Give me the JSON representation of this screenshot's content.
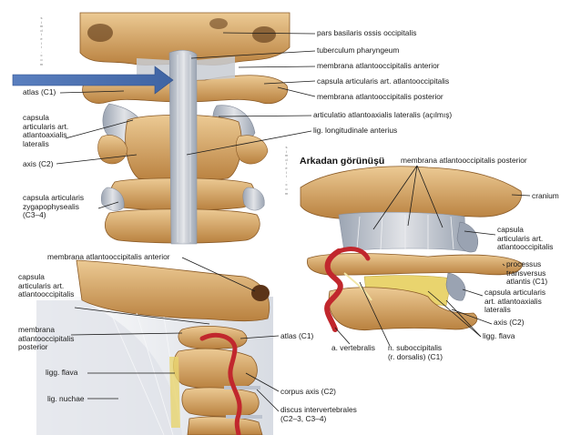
{
  "top_view": {
    "labels": {
      "pars_basilaris": "pars basilaris ossis occipitalis",
      "tuberculum": "tuberculum pharyngeum",
      "membrana_anterior": "membrana atlantooccipitalis anterior",
      "capsula_atlantoocc": "capsula articularis art. atlantooccipitalis",
      "membrana_posterior": "membrana atlantooccipitalis posterior",
      "articulatio": "articulatio atlantoaxialis  lateralis (açılmış)",
      "lig_longitudinale": "lig. longitudinale anterius",
      "atlas": "atlas (C1)",
      "capsula_atlantoaxialis": "capsula\narticularis art.\natlantoaxialis\nlateralis",
      "axis": "axis (C2)",
      "capsula_zygapophyseal": "capsula articularis\nzygapophysealis\n(C3–4)"
    }
  },
  "back_view": {
    "heading": "Arkadan görünüşü",
    "labels": {
      "membrana_posterior": "membrana atlantooccipitalis posterior",
      "cranium": "cranium",
      "capsula_atlantoocc": "capsula\narticularis art.\natlantooccipitalis",
      "processus": "processus\ntransversus\natlantis (C1)",
      "capsula_atlantoaxialis": "capsula articularis\nart. atlantoaxialis\nlateralis",
      "axis": "axis (C2)",
      "ligg_flava": "ligg. flava",
      "a_vertebralis": "a. vertebralis",
      "n_suboccipitalis": "n. suboccipitalis\n(r. dorsalis) (C1)"
    }
  },
  "side_view": {
    "labels": {
      "membrana_anterior": "membrana atlantooccipitalis anterior",
      "capsula_atlantoocc": "capsula\narticularis art.\natlantooccipitalis",
      "membrana_posterior": "membrana\natlantooccipitalis\nposterior",
      "atlas": "atlas (C1)",
      "ligg_flava": "ligg. flava",
      "corpus_axis": "corpus axis (C2)",
      "lig_nuchae": "lig. nuchae",
      "discus": "discus intervertebrales\n(C2–3, C3–4)"
    }
  },
  "watermark": {
    "left_column": "s\ni\nm\nd\ni\ne\nl\ni\n.\nc\no\nm",
    "right_column": "s\ni\nm\nd\ni\ne\nl\ni\n.\nc\no\nm"
  },
  "colors": {
    "bone": "#d9a867",
    "bone_dark": "#a8743a",
    "bone_light": "#ecca94",
    "ligament": "#c9ccd2",
    "ligament_dark": "#8a93a3",
    "artery": "#c1272d",
    "arrow": "#4f74b1",
    "leader_line": "#1a1a1a"
  }
}
